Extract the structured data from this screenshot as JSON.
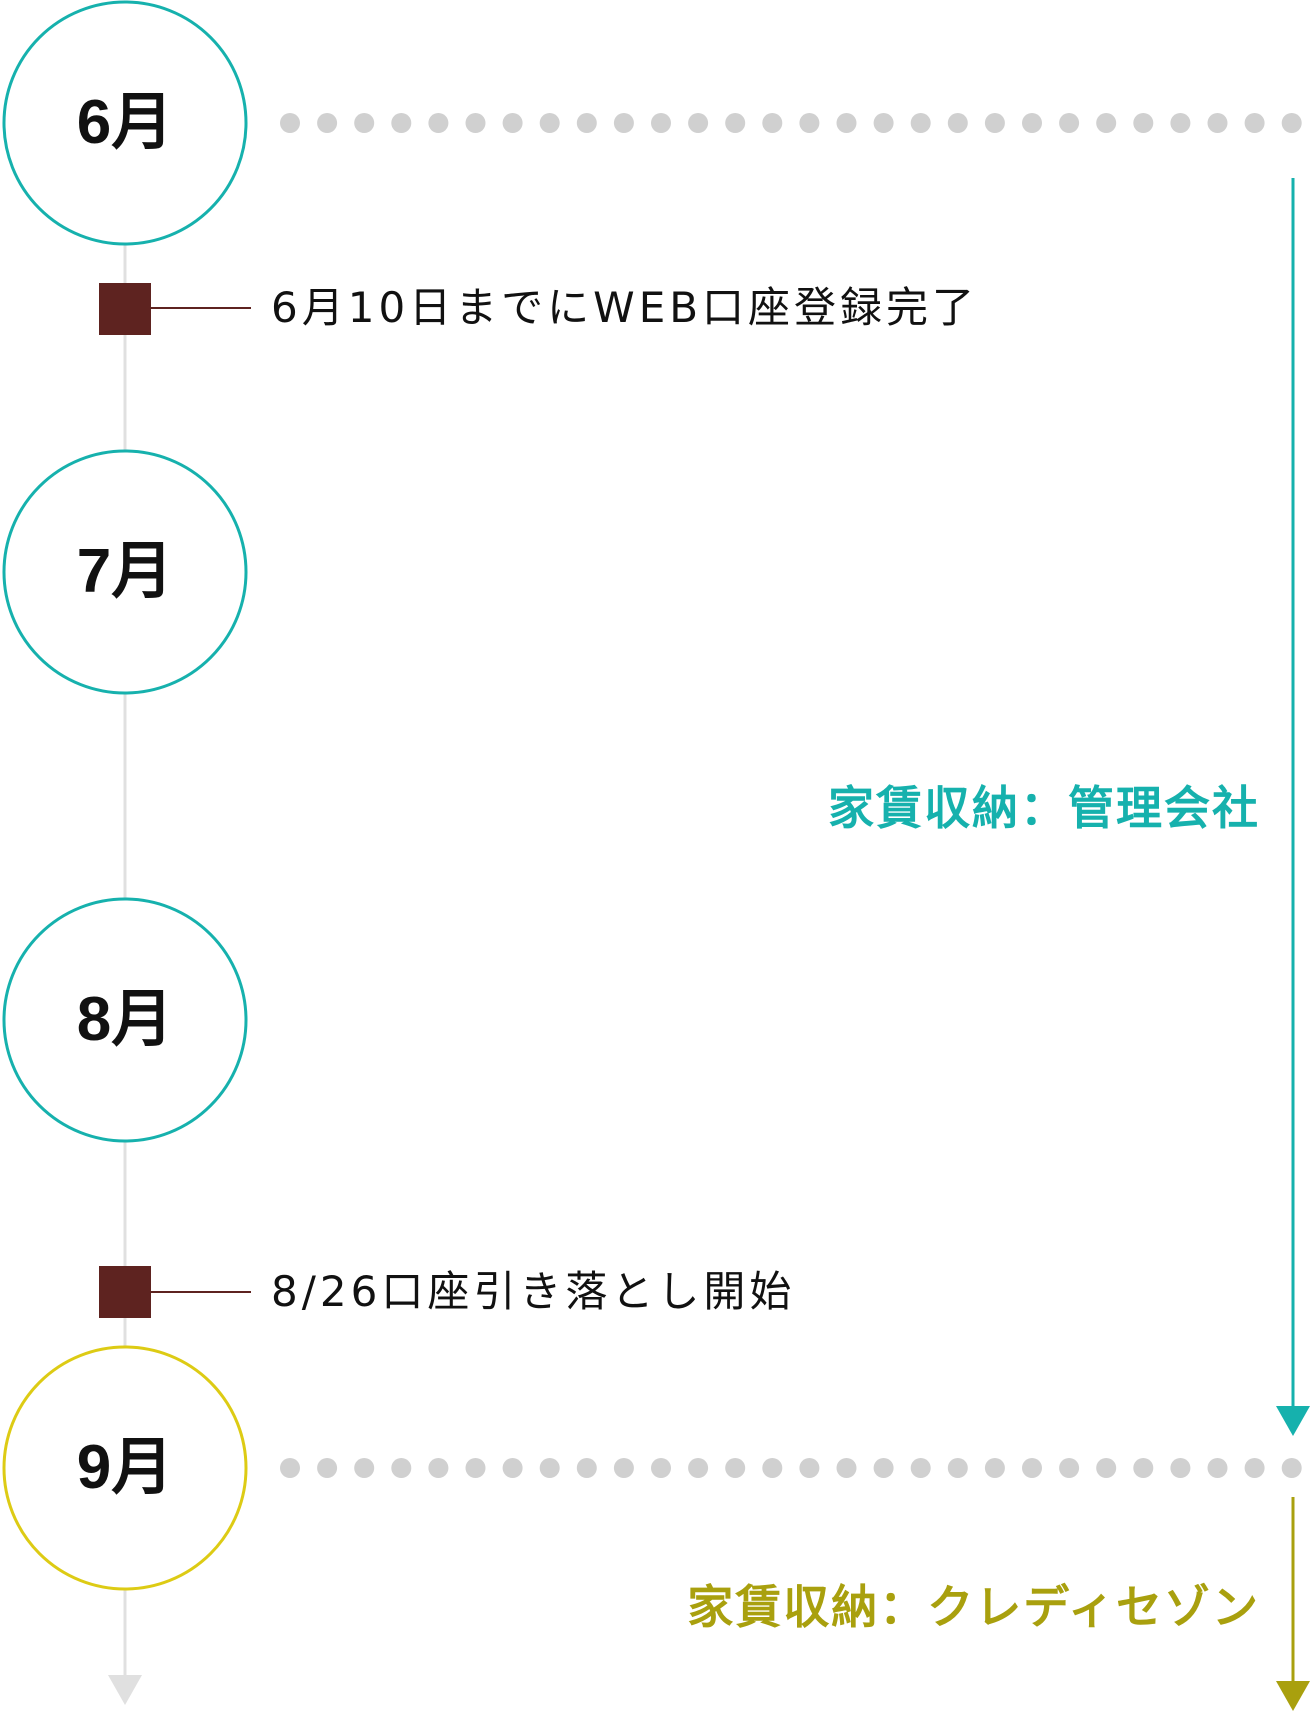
{
  "months": [
    "6月",
    "7月",
    "8月",
    "9月"
  ],
  "events": [
    "6月10日までにWEB口座登録完了",
    "8/26口座引き落とし開始"
  ],
  "labels": {
    "management": "家賃収納：管理会社",
    "saison": "家賃収納：クレディセゾン"
  },
  "colors": {
    "teal": "#16b1ad",
    "yellow": "#ddcb14",
    "olive": "#a9a00e",
    "marker": "#5e2320",
    "dots": "#d0d0d0",
    "timeline": "#e0e0e0"
  }
}
